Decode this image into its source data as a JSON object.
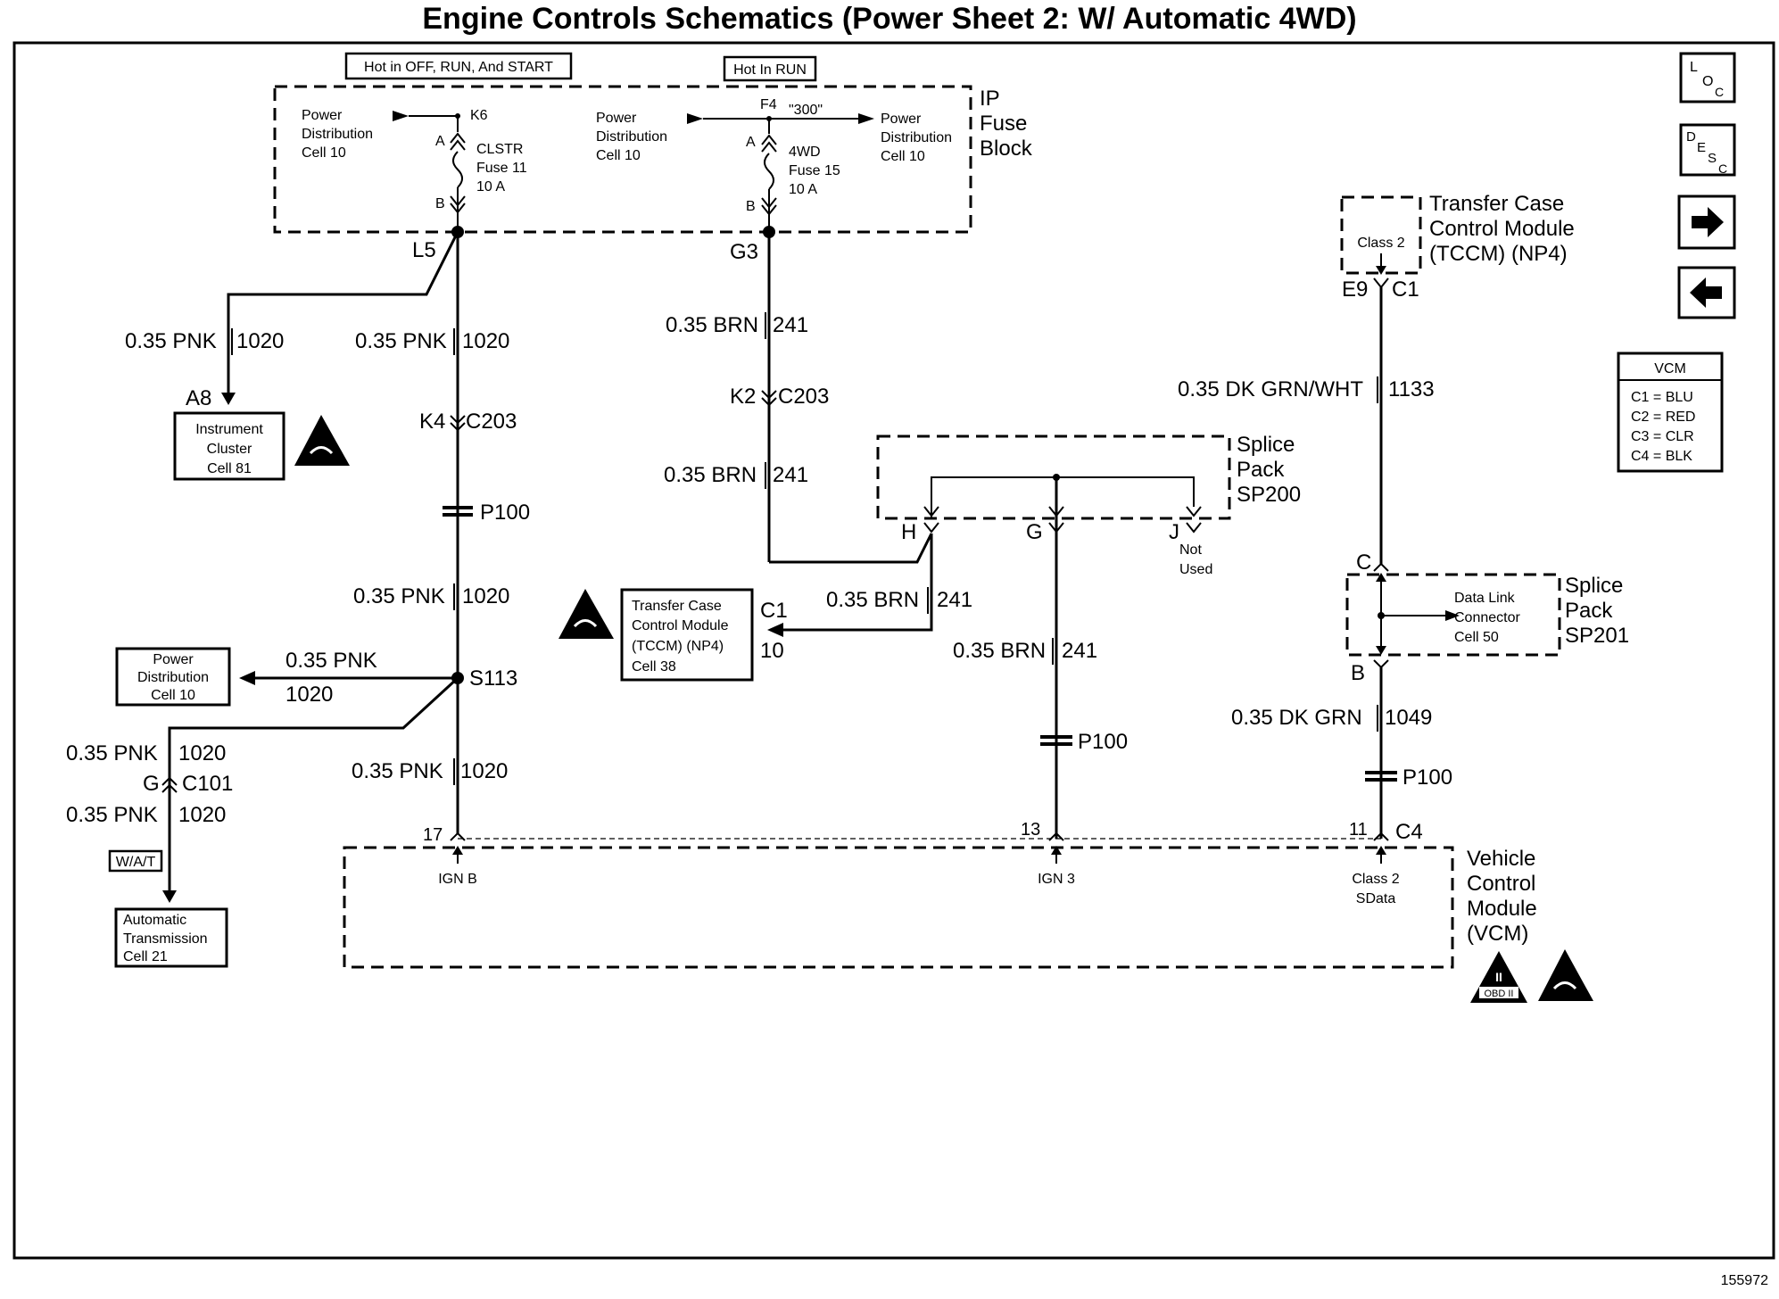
{
  "title": "Engine Controls Schematics (Power Sheet 2: W/ Automatic 4WD)",
  "figure_id": "155972",
  "hot_labels": {
    "off_run_start": "Hot in OFF, RUN, And START",
    "run": "Hot In RUN"
  },
  "fuse_block": {
    "name_line1": "IP",
    "name_line2": "Fuse",
    "name_line3": "Block",
    "pd_left": [
      "Power",
      "Distribution",
      "Cell 10"
    ],
    "pd_mid": [
      "Power",
      "Distribution",
      "Cell 10"
    ],
    "pd_right": [
      "Power",
      "Distribution",
      "Cell 10"
    ],
    "k6": "K6",
    "f4": "F4",
    "f4_quote": "\"300\"",
    "fuse11": [
      "CLSTR",
      "Fuse 11",
      "10 A"
    ],
    "fuse15": [
      "4WD",
      "Fuse 15",
      "10 A"
    ],
    "pin_a": "A",
    "pin_b": "B",
    "l5": "L5",
    "g3": "G3"
  },
  "wires": {
    "pnk_1020_size": "0.35 PNK",
    "pnk_1020_num": "1020",
    "brn_241_size": "0.35 BRN",
    "brn_241_num": "241",
    "dkgrnwht_size": "0.35 DK GRN/WHT",
    "dkgrnwht_num": "1133",
    "dkgrn_size": "0.35 DK GRN",
    "dkgrn_num": "1049"
  },
  "connectors": {
    "k4": "K4",
    "c203": "C203",
    "k2": "K2",
    "c203b": "C203",
    "p100": "P100",
    "s113": "S113",
    "g": "G",
    "c101": "C101",
    "a8": "A8",
    "c1": "C1",
    "ten": "10",
    "e9": "E9",
    "c1b": "C1",
    "c": "C",
    "b": "B",
    "h": "H",
    "gpin": "G",
    "j": "J",
    "not_used": [
      "Not",
      "Used"
    ],
    "pin17": "17",
    "pin13": "13",
    "pin11": "11",
    "c4": "C4"
  },
  "boxes": {
    "instrument_cluster": [
      "Instrument",
      "Cluster",
      "Cell 81"
    ],
    "tccm_box": [
      "Transfer Case",
      "Control Module",
      "(TCCM) (NP4)",
      "Cell 38"
    ],
    "power_dist": [
      "Power",
      "Distribution",
      "Cell 10"
    ],
    "auto_trans": [
      "Automatic",
      "Transmission",
      "Cell 21"
    ],
    "wat": "W/A/T"
  },
  "splice_sp200": [
    "Splice",
    "Pack",
    "SP200"
  ],
  "splice_sp201": [
    "Splice",
    "Pack",
    "SP201"
  ],
  "dlc": [
    "Data Link",
    "Connector",
    "Cell 50"
  ],
  "tccm_module": [
    "Transfer Case",
    "Control Module",
    "(TCCM) (NP4)"
  ],
  "class2": "Class 2",
  "vcm": {
    "name": [
      "Vehicle",
      "Control",
      "Module",
      "(VCM)"
    ],
    "ign_b": "IGN B",
    "ign_3": "IGN 3",
    "class2_sdata": [
      "Class 2",
      "SData"
    ]
  },
  "vcm_legend": {
    "title": "VCM",
    "rows": [
      "C1 = BLU",
      "C2 = RED",
      "C3 = CLR",
      "C4 = BLK"
    ]
  },
  "nav": {
    "loc": [
      "L",
      "O",
      "C"
    ],
    "desc": [
      "D",
      "E",
      "S",
      "C"
    ],
    "next": "next-arrow-icon",
    "prev": "prev-arrow-icon"
  },
  "obd": [
    "II",
    "OBD II"
  ]
}
